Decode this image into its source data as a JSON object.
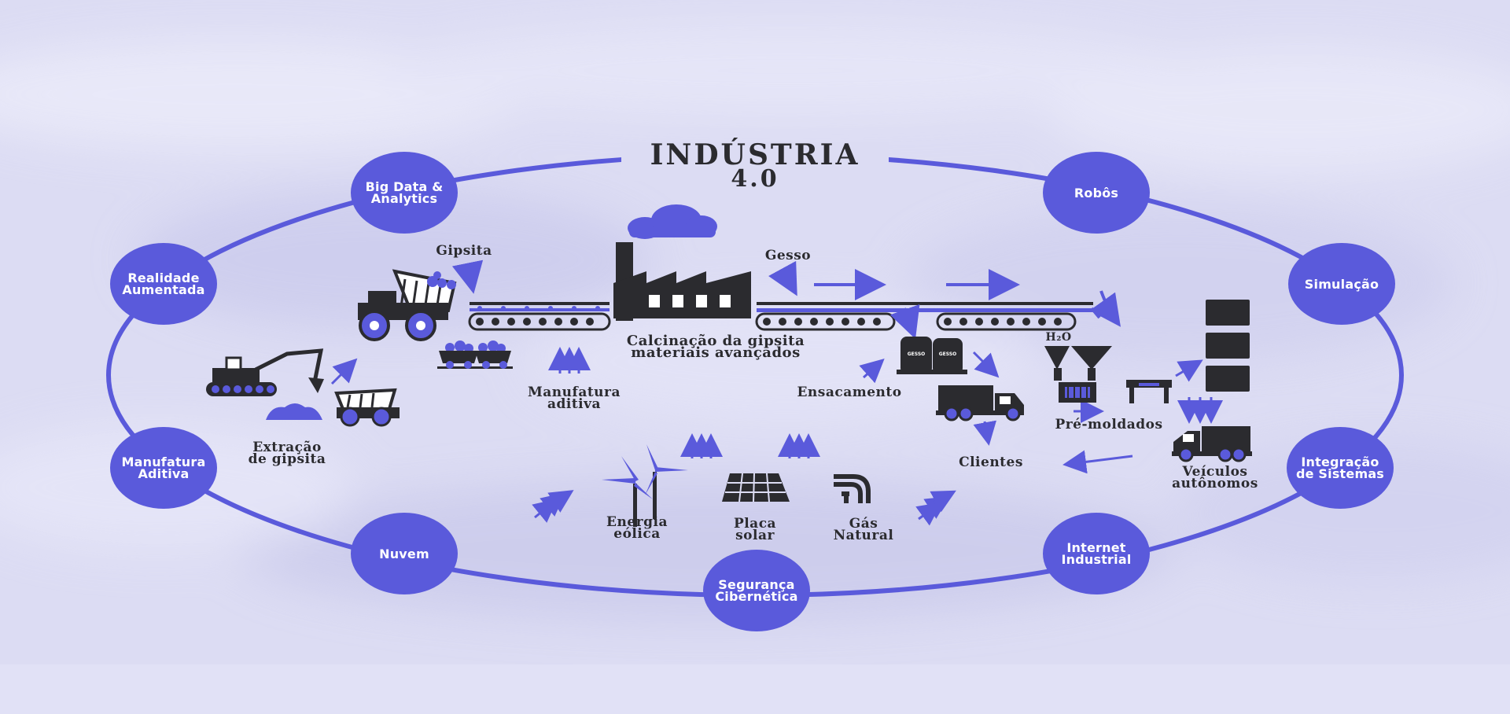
{
  "colors": {
    "accent": "#5a5adb",
    "dark": "#2b2b2f",
    "background": "#dcdcf3"
  },
  "title": {
    "line1": "INDÚSTRIA",
    "line2": "4.0"
  },
  "technologies": [
    {
      "key": "big-data-analytics",
      "label": "Big Data &\nAnalytics"
    },
    {
      "key": "robos",
      "label": "Robôs"
    },
    {
      "key": "realidade-aumentada",
      "label": "Realidade\nAumentada"
    },
    {
      "key": "simulacao",
      "label": "Simulação"
    },
    {
      "key": "manufatura-aditiva",
      "label": "Manufatura\nAditiva"
    },
    {
      "key": "integracao-de-sistemas",
      "label": "Integração\nde Sistemas"
    },
    {
      "key": "nuvem",
      "label": "Nuvem"
    },
    {
      "key": "internet-industrial",
      "label": "Internet\nIndustrial"
    },
    {
      "key": "seguranca-cibernetica",
      "label": "Segurança\nCibernética"
    }
  ],
  "process_labels": {
    "gipsita": "Gipsita",
    "gesso": "Gesso",
    "calcinacao_1": "Calcinação da gipsita",
    "calcinacao_2": "materiais avançados",
    "manufatura_aditiva": "Manufatura\naditiva",
    "extracao": "Extração\nde gipsita",
    "ensacamento": "Ensacamento",
    "h2o": "H₂O",
    "pre_moldados": "Pré-moldados",
    "clientes": "Clientes",
    "veiculos": "Veículos\nautônomos",
    "energia": "Energia\neólica",
    "placa": "Placa\nsolar",
    "gas": "Gás\nNatural",
    "bag_text": "GESSO"
  },
  "icons": [
    "factory-icon",
    "cloud-icon",
    "conveyor-belt-icon",
    "excavator-icon",
    "dump-truck-icon",
    "mining-cart-icon",
    "delivery-truck-icon",
    "wind-turbine-icon",
    "solar-panel-icon",
    "gas-pipe-icon",
    "gypsum-bag-icon",
    "funnel-icon",
    "mold-table-icon",
    "precast-block-icon",
    "arrow-icon"
  ]
}
